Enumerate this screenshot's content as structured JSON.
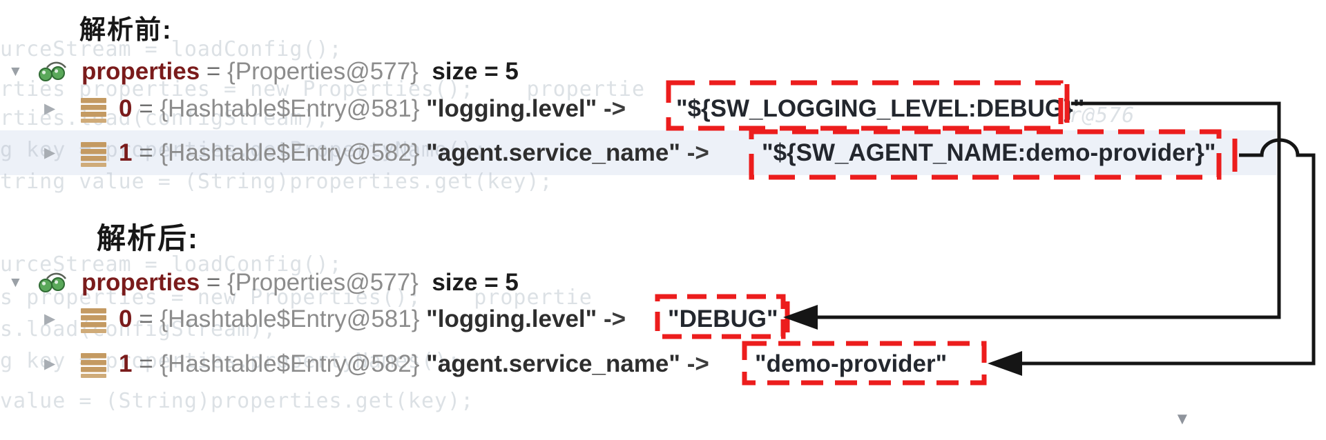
{
  "icons": {
    "expanded": "▼",
    "collapsed": "▶",
    "scroll_down": "▼",
    "watch_icon_name": "watch-glasses-icon",
    "entry_icon_name": "array-entry-icon"
  },
  "colors": {
    "annotation_red": "#ec1d1d",
    "connector_black": "#151515",
    "variable_name_maroon": "#7a1b1b",
    "type_reference_gray": "#8c8c8c",
    "row_highlight": "#edf1f8"
  },
  "before": {
    "title": "解析前:",
    "properties": {
      "name": "properties",
      "eq": " = ",
      "type": "{Properties@577}",
      "size": "  size = 5"
    },
    "entry0": {
      "index": "0",
      "eq": " = ",
      "type": "{Hashtable$Entry@581}",
      "key": " \"logging.level\"",
      "arrow": " -> ",
      "value": "\"${SW_LOGGING_LEVEL:DEBUG}\""
    },
    "entry1": {
      "index": "1",
      "eq": " = ",
      "type": "{Hashtable$Entry@582}",
      "key": " \"agent.service_name\"",
      "arrow": " -> ",
      "value": "\"${SW_AGENT_NAME:demo-provider}\""
    }
  },
  "after": {
    "title": "解析后:",
    "properties": {
      "name": "properties",
      "eq": " = ",
      "type": "{Properties@577}",
      "size": "  size = 5"
    },
    "entry0": {
      "index": "0",
      "eq": " = ",
      "type": "{Hashtable$Entry@581}",
      "key": " \"logging.level\"",
      "arrow": " -> ",
      "value": "\"DEBUG\""
    },
    "entry1": {
      "index": "1",
      "eq": " = ",
      "type": "{Hashtable$Entry@582}",
      "key": " \"agent.service_name\"",
      "arrow": " -> ",
      "value": "\"demo-provider\""
    }
  },
  "ghosts": [
    "urceStream = loadConfig();",
    "rties properties = new Properties();    propertie",
    "rties.load(configStream);",
    "g key = properties.getPropertyName();",
    "tring value = (String)properties.get(key);",
    "r@576",
    "urceStream = loadConfig();",
    "s properties = new Properties();    propertie",
    "s.load(configStream);",
    "g key = properties.propertyNames();",
    "value = (String)properties.get(key);"
  ]
}
